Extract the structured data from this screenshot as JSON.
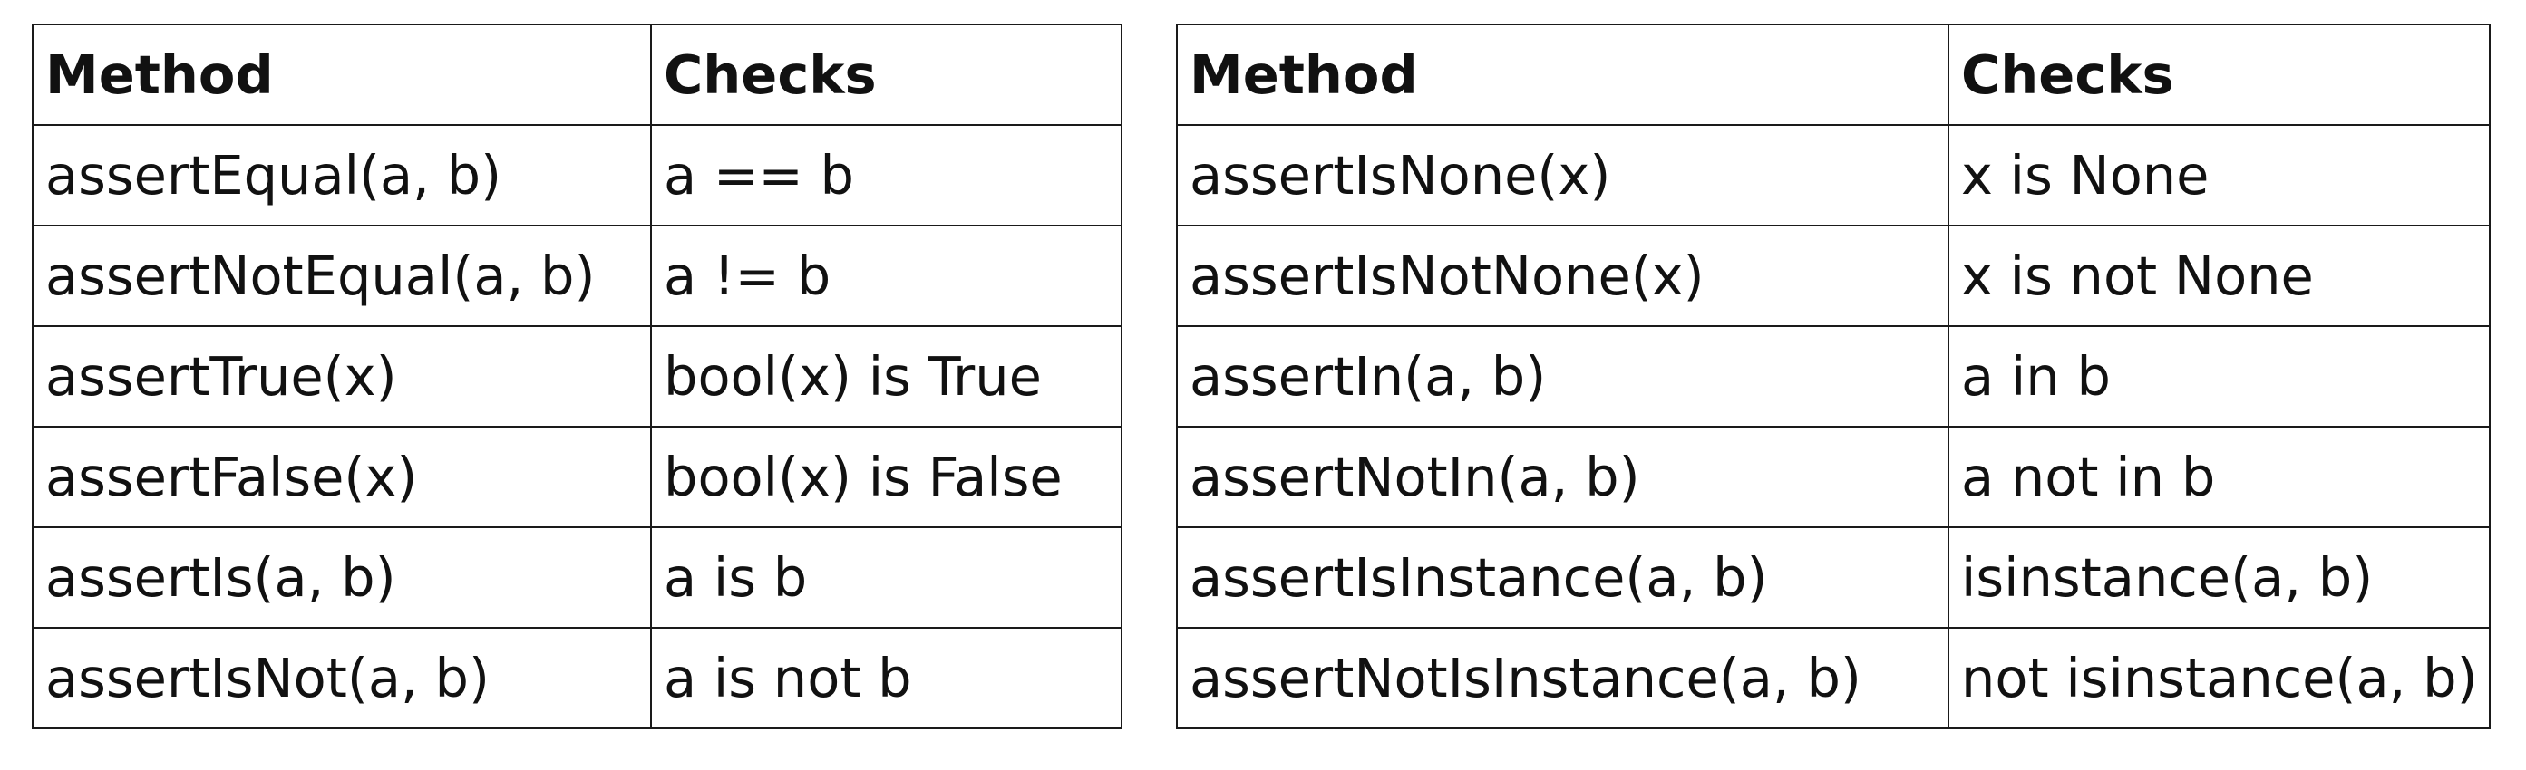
{
  "tables": [
    {
      "headers": [
        "Method",
        "Checks"
      ],
      "rows": [
        [
          "assertEqual(a, b)",
          "a == b"
        ],
        [
          "assertNotEqual(a, b)",
          "a != b"
        ],
        [
          "assertTrue(x)",
          "bool(x) is True"
        ],
        [
          "assertFalse(x)",
          "bool(x) is False"
        ],
        [
          "assertIs(a, b)",
          "a is b"
        ],
        [
          "assertIsNot(a, b)",
          "a is not b"
        ]
      ]
    },
    {
      "headers": [
        "Method",
        "Checks"
      ],
      "rows": [
        [
          "assertIsNone(x)",
          "x is None"
        ],
        [
          "assertIsNotNone(x)",
          "x is not None"
        ],
        [
          "assertIn(a, b)",
          "a in b"
        ],
        [
          "assertNotIn(a, b)",
          "a not in b"
        ],
        [
          "assertIsInstance(a, b)",
          "isinstance(a, b)"
        ],
        [
          "assertNotIsInstance(a, b)",
          "not isinstance(a, b)"
        ]
      ]
    }
  ]
}
